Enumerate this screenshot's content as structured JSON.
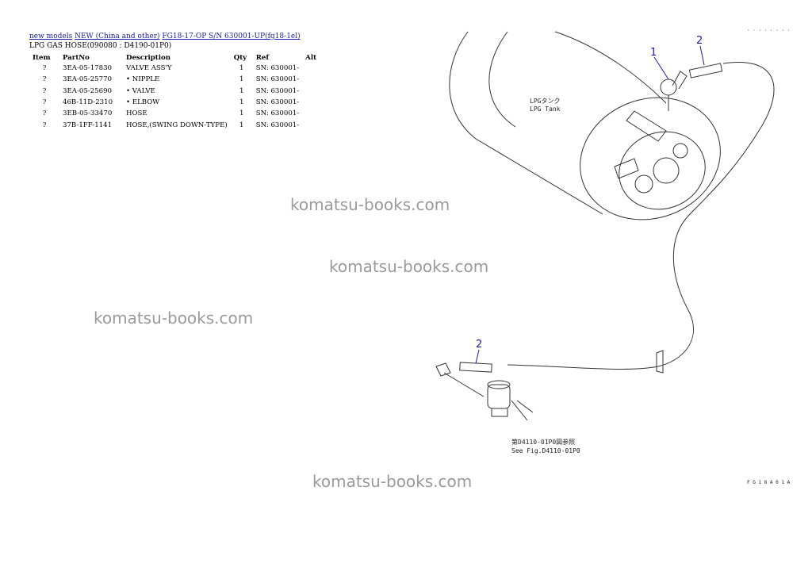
{
  "breadcrumb": {
    "links": [
      "new models",
      "NEW (China and other)",
      "FG18-17-OP S/N 630001-UP(fg18-1el)"
    ]
  },
  "page_title": "LPG GAS HOSE(090080 : D4190-01P0)",
  "table": {
    "headers": [
      "Item",
      "PartNo",
      "Description",
      "Qty",
      "Ref",
      "Alt"
    ],
    "rows": [
      {
        "item": "?",
        "part_no": "3EA-05-17830",
        "description": "VALVE ASS'Y",
        "qty": "1",
        "ref": "SN: 630001-",
        "alt": ""
      },
      {
        "item": "?",
        "part_no": "3EA-05-25770",
        "description": "• NIPPLE",
        "qty": "1",
        "ref": "SN: 630001-",
        "alt": ""
      },
      {
        "item": "?",
        "part_no": "3EA-05-25690",
        "description": "• VALVE",
        "qty": "1",
        "ref": "SN: 630001-",
        "alt": ""
      },
      {
        "item": "?",
        "part_no": "46B-11D-2310",
        "description": "• ELBOW",
        "qty": "1",
        "ref": "SN: 630001-",
        "alt": ""
      },
      {
        "item": "?",
        "part_no": "3EB-05-33470",
        "description": "HOSE",
        "qty": "1",
        "ref": "SN: 630001-",
        "alt": ""
      },
      {
        "item": "?",
        "part_no": "37B-1FF-1141",
        "description": "HOSE,(SWING DOWN-TYPE)",
        "qty": "1",
        "ref": "SN: 630001-",
        "alt": ""
      }
    ]
  },
  "watermark": "komatsu-books.com",
  "diagram": {
    "callouts": [
      "1",
      "2",
      "2"
    ],
    "tank_label_jp": "LPGタンク",
    "tank_label_en": "LPG Tank",
    "see_fig_jp": "第D4110-01P0図参照",
    "see_fig_en": "See Fig.D4110-01P0",
    "page_code": "F G 1 8 A 0 1 A",
    "corner_code": "· · · · · · · ·"
  }
}
